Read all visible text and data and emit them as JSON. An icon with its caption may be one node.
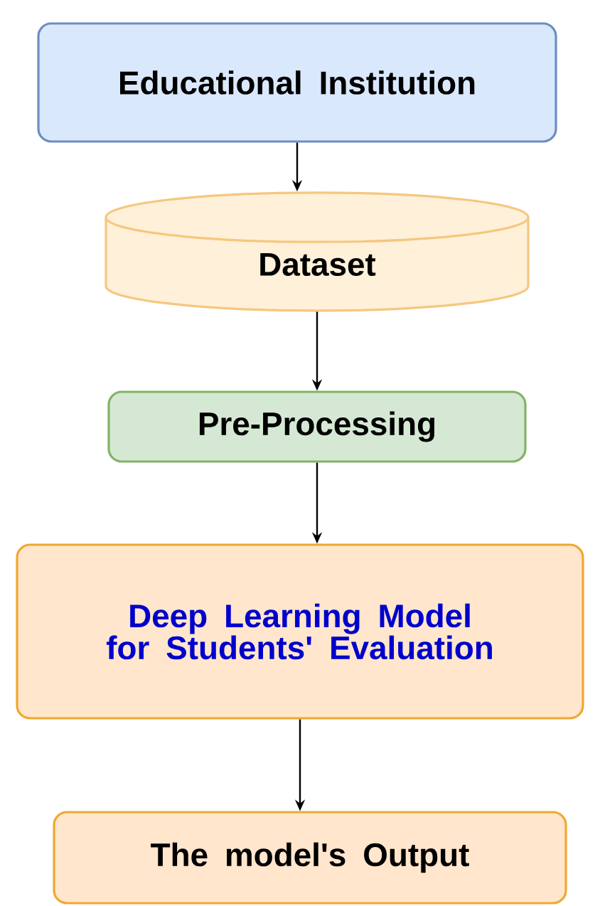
{
  "diagram": {
    "nodes": [
      {
        "text": [
          "Educational Institution"
        ]
      },
      {
        "text": [
          "Dataset"
        ]
      },
      {
        "text": [
          "Pre-Processing"
        ]
      },
      {
        "text": [
          "Deep Learning Model for Students' Evaluation"
        ]
      },
      {
        "text": [
          "The model's Output"
        ]
      }
    ],
    "edges": [
      {
        "from": 0,
        "to": 1,
        "arrow": "to"
      },
      {
        "from": 1,
        "to": 2,
        "arrow": "to"
      },
      {
        "from": 2,
        "to": 3,
        "arrow": "to"
      },
      {
        "from": 3,
        "to": 4,
        "arrow": "to"
      }
    ]
  }
}
